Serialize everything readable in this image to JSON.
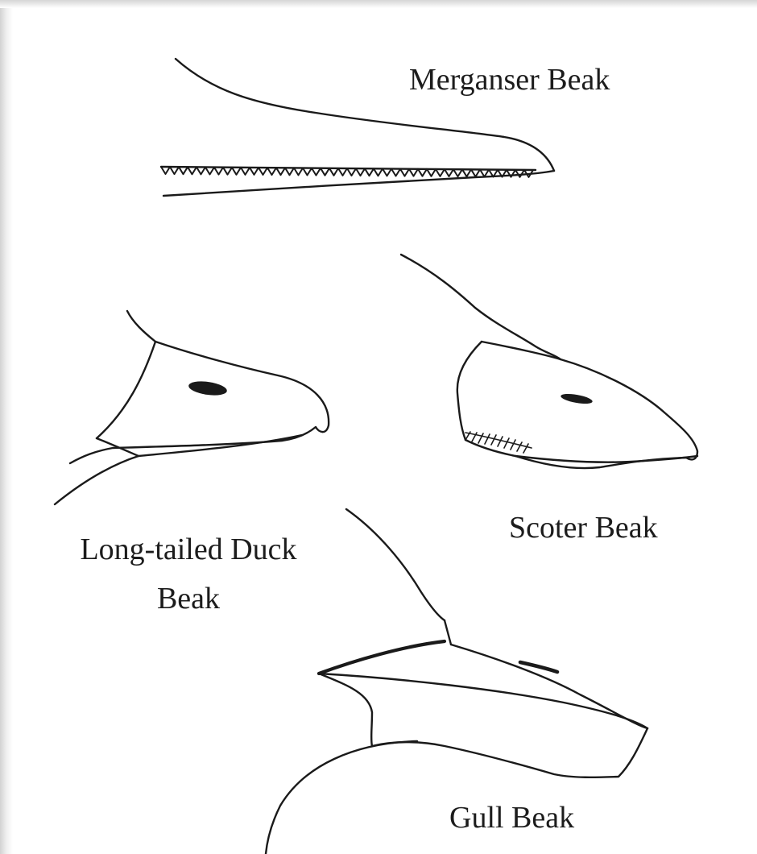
{
  "labels": {
    "merganser": "Merganser Beak",
    "long_tailed_duck": [
      "Long-tailed Duck",
      "Beak"
    ],
    "scoter": "Scoter Beak",
    "gull": "Gull Beak"
  },
  "style": {
    "ink": "#1a1a1a",
    "background": "#ffffff"
  }
}
